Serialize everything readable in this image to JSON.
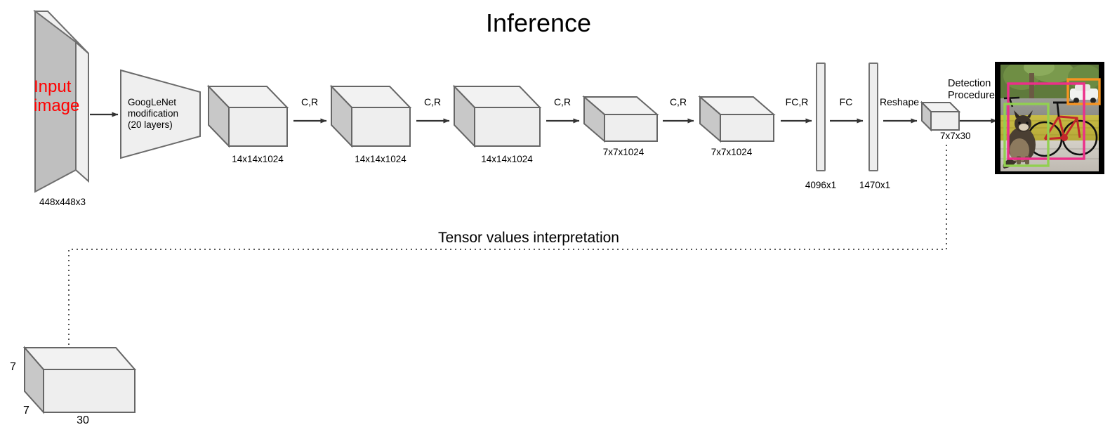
{
  "title": "Inference",
  "section_label": "Tensor values interpretation",
  "input": {
    "overlay_line1": "Input",
    "overlay_line2": "image",
    "dim_label": "448x448x3",
    "name": "input-image-slab"
  },
  "backbone": {
    "line1": "GoogLeNet",
    "line2": "modification",
    "line3": "(20 layers)"
  },
  "feature_boxes": [
    {
      "label": "14x14x1024",
      "kind": "tall"
    },
    {
      "label": "14x14x1024",
      "kind": "tall"
    },
    {
      "label": "14x14x1024",
      "kind": "tall"
    },
    {
      "label": "7x7x1024",
      "kind": "short"
    },
    {
      "label": "7x7x1024",
      "kind": "short"
    }
  ],
  "operations": [
    {
      "label": "C,R"
    },
    {
      "label": "C,R"
    },
    {
      "label": "C,R"
    },
    {
      "label": "C,R"
    },
    {
      "label": "FC,R"
    },
    {
      "label": "FC"
    },
    {
      "label": "Reshape"
    }
  ],
  "fc_layers": [
    {
      "label": "4096x1"
    },
    {
      "label": "1470x1"
    }
  ],
  "output_tensor": {
    "label": "7x7x30"
  },
  "detection": {
    "line1": "Detection",
    "line2": "Procedure",
    "boxes": [
      {
        "class": "car",
        "color": "#f79421"
      },
      {
        "class": "bicycle",
        "color": "#ec2f8a"
      },
      {
        "class": "dog",
        "color": "#92d050"
      }
    ]
  },
  "tensor_cube": {
    "height_label": "7",
    "depth_label": "7",
    "width_label": "30"
  },
  "colors": {
    "accent_red": "#ff0000",
    "box_front": "#eeeeee",
    "box_side": "#c8c8c8",
    "box_top": "#f2f2f2",
    "stroke": "#666666",
    "arrow": "#333333",
    "slab_front": "#bfbfbf"
  }
}
